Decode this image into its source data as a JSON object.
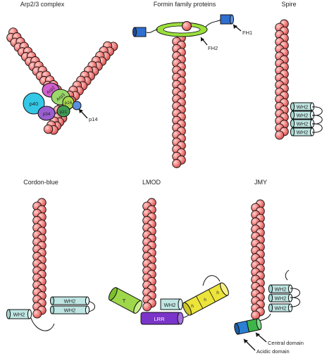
{
  "panels": [
    {
      "key": "arp",
      "title": "Arp2/3 complex",
      "labels": {
        "p40": "p40",
        "arp2": "Arp2",
        "arp3": "Arp3",
        "p34": "p34",
        "p16": "p16",
        "p21": "p21",
        "p14": "p14"
      }
    },
    {
      "key": "formin",
      "title": "Formin family proteins",
      "labels": {
        "fh1": "FH1",
        "fh2": "FH2"
      }
    },
    {
      "key": "spire",
      "title": "Spire",
      "labels": {
        "wh2": "WH2"
      }
    },
    {
      "key": "cordon",
      "title": "Cordon-blue",
      "labels": {
        "wh2": "WH2"
      }
    },
    {
      "key": "lmod",
      "title": "LMOD",
      "labels": {
        "t": "T",
        "wh2": "WH2",
        "lrr": "LRR",
        "h": "h"
      }
    },
    {
      "key": "jmy",
      "title": "JMY",
      "labels": {
        "wh2": "WH2",
        "central": "Central domain",
        "acidic": "Acidic domain"
      }
    }
  ],
  "colors": {
    "actin": "#f07a78",
    "wh2": "#bfe6e3",
    "fh2": "#9be03a",
    "fh1": "#2f6fd0",
    "lrr": "#7b34c9",
    "helix": "#ece43a",
    "tropo": "#9ed84a",
    "p40": "#35c8e6",
    "arp2": "#d35fcf",
    "arp3": "#9ad86a",
    "p34": "#9a5fd0",
    "p16": "#a9d84a",
    "p21": "#3f9a55",
    "p14": "#5a8fe0",
    "central": "#3db54a",
    "acidic": "#2b7fd4"
  }
}
